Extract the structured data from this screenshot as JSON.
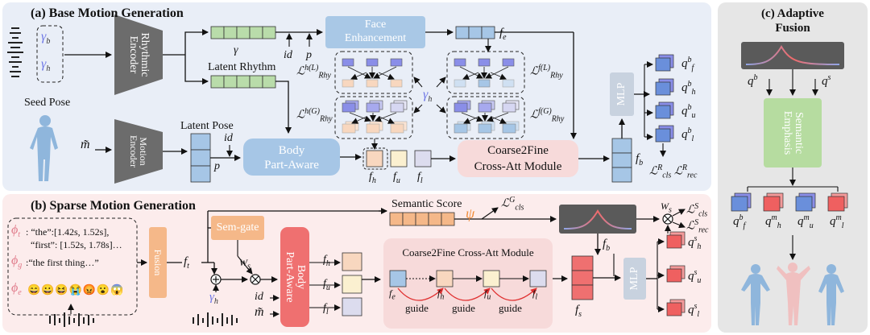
{
  "panels": {
    "a_title": "(a) Base Motion Generation",
    "b_title": "(b) Sparse Motion Generation",
    "c_title_1": "(c) Adaptive",
    "c_title_2": "Fusion"
  },
  "modules": {
    "rhythmic_encoder_1": "Rhythmic",
    "rhythmic_encoder_2": "Encoder",
    "motion_encoder_1": "Motion",
    "motion_encoder_2": "Encoder",
    "face_enhancement_1": "Face",
    "face_enhancement_2": "Enhancement",
    "body_part_aware_1": "Body",
    "body_part_aware_2": "Part-Aware",
    "coarse2fine_1": "Coarse2Fine",
    "coarse2fine_2": "Cross-Att Module",
    "mlp_a": "MLP",
    "mlp_b": "MLP",
    "fusion": "Fusion",
    "sem_gate": "Sem-gate",
    "body_part_aware_b_1": "Body",
    "body_part_aware_b_2": "Part-Aware",
    "coarse2fine_b": "Coarse2Fine Cross-Att Module",
    "semantic_score": "Semantic Score",
    "semantic_emphasis_1": "Semantic",
    "semantic_emphasis_2": "Emphasis"
  },
  "labels": {
    "seed_pose": "Seed Pose",
    "latent_rhythm": "Latent Rhythm",
    "latent_pose": "Latent Pose",
    "gamma": "γ",
    "gamma_b": "γ",
    "gamma_b_sub": "b",
    "gamma_h": "γ",
    "gamma_h_sub": "h",
    "id": "id",
    "p": "p",
    "m_tilde": "m̃",
    "f_e": "f",
    "f_e_sub": "e",
    "f_b": "f",
    "f_b_sub": "b",
    "f_h": "f",
    "f_h_sub": "h",
    "f_u": "f",
    "f_u_sub": "u",
    "f_l": "f",
    "f_l_sub": "l",
    "f_t": "f",
    "f_t_sub": "t",
    "f_s": "f",
    "f_s_sub": "s",
    "w_s": "W",
    "w_s_sub": "s",
    "psi": "ψ",
    "guide": "guide",
    "l_rhy": "ℒ",
    "l_rhy_sub": "Rhy",
    "h_l": "h(L)",
    "h_g": "h(G)",
    "f_l_sup": "f(L)",
    "f_g_sup": "f(G)",
    "l_cls_r": "ℒ",
    "l_cls_sub": "cls",
    "l_rec_sub": "rec",
    "sup_r": "R",
    "sup_g": "G",
    "sup_s": "S",
    "q": "q",
    "sup_b": "b",
    "sup_s_lower": "s",
    "sup_m": "m",
    "sub_f": "f",
    "sub_h": "h",
    "sub_u": "u",
    "sub_l": "l"
  },
  "transcript": {
    "phi_t": "ϕ",
    "phi_t_sub": "t",
    "phi_t_text": ": “the”:[1.42s, 1.52s],",
    "phi_t_text2": "“first”: [1.52s, 1.78s]…",
    "phi_g": "ϕ",
    "phi_g_sub": "g",
    "phi_g_text": ":“the first thing…”",
    "phi_e": "ϕ",
    "phi_e_sub": "e",
    "emojis": "😄😀😆😭😡😮😱"
  },
  "colors": {
    "panel_a_bg": "#e9eef7",
    "panel_b_bg": "#fcecec",
    "panel_c_bg": "#e6e6e6",
    "green_feature": "#b9dcaa",
    "blue_feature": "#a6c6e6",
    "encoder_gray": "#6c6c6c",
    "face_box": "#a9c8e6",
    "body_box": "#a6c6e6",
    "c2f_box": "#f7dada",
    "orange": "#f5b889",
    "red_box": "#ef7070",
    "purple_cube": "#8a8ee8",
    "green_emphasis": "#b6dca0",
    "mlp_gray": "#c8d2df",
    "psi_orange": "#f08c3a"
  }
}
